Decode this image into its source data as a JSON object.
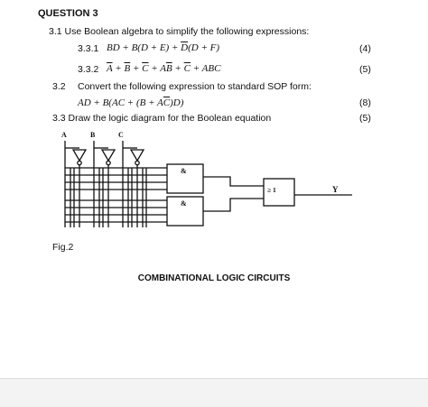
{
  "heading": "QUESTION 3",
  "q31": {
    "text": "3.1 Use Boolean algebra to simplify the following expressions:"
  },
  "q331": {
    "num": "3.3.1",
    "marks": "(4)"
  },
  "q332": {
    "num": "3.3.2",
    "marks": "(5)"
  },
  "q32": {
    "num": "3.2",
    "text": "Convert the following expression to standard SOP form:",
    "marks": "(8)"
  },
  "q33": {
    "text": "3.3 Draw the logic diagram for the Boolean equation",
    "marks": "(5)"
  },
  "diagram": {
    "inputs": [
      "A",
      "B",
      "C"
    ],
    "and_label": "&",
    "or_label": "≥ 1",
    "output": "Y"
  },
  "fig_label": "Fig.2",
  "section_title": "COMBINATIONAL LOGIC CIRCUITS"
}
